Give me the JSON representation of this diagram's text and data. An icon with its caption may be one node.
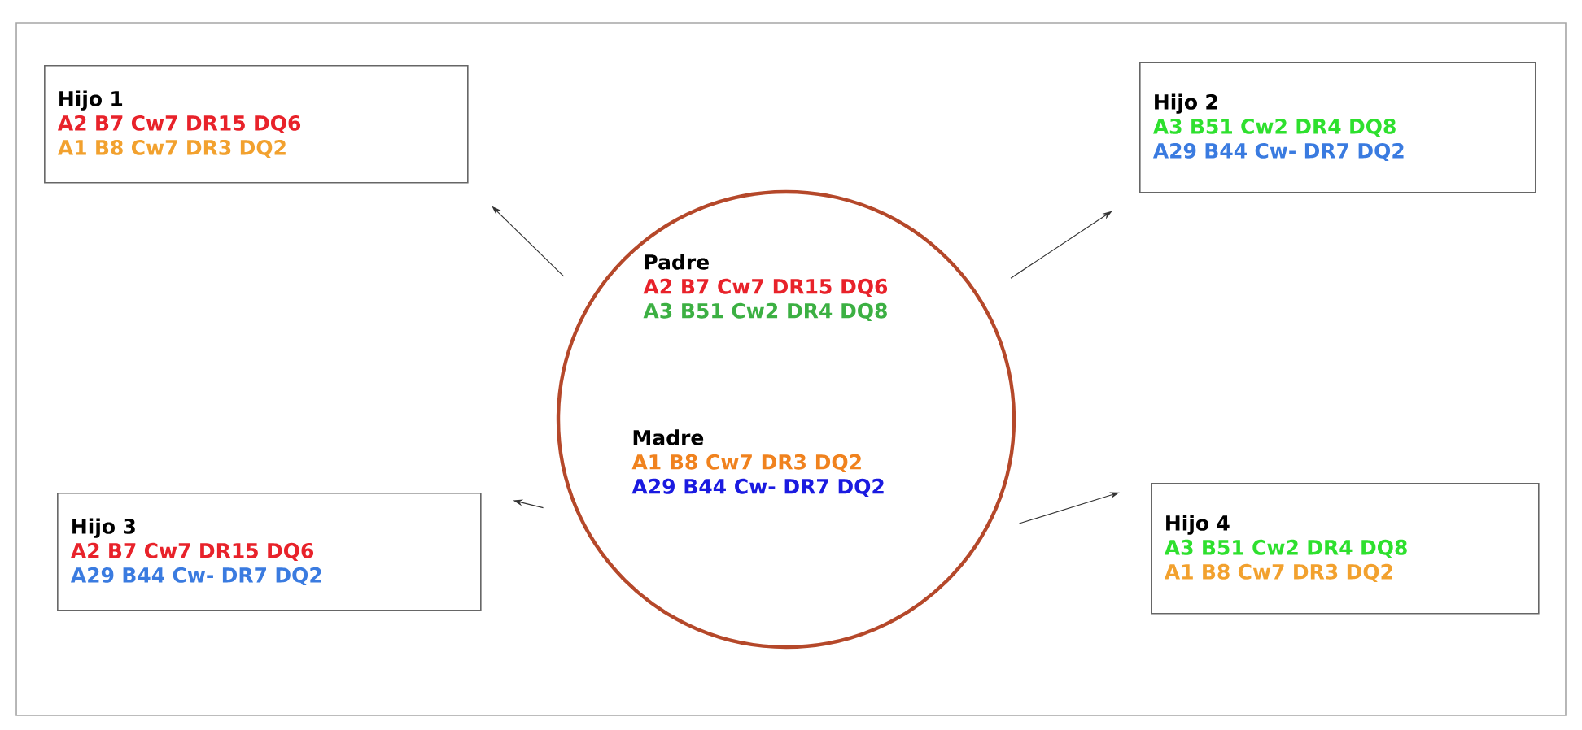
{
  "diagram": {
    "nodes": [
      {
        "text": [],
        "shape": "circle"
      },
      {
        "text": [
          "Padre",
          "A2 B7 Cw7 DR15 DQ6",
          "A3 B51 Cw2 DR4 DQ8"
        ],
        "in": 0
      },
      {
        "text": [
          "Madre",
          "A1 B8 Cw7 DR3 DQ2",
          "A29 B44 Cw- DR7 DQ2"
        ],
        "in": 0
      },
      {
        "text": [
          "Hijo 1",
          "A2 B7 Cw7 DR15 DQ6",
          "A1 B8 Cw7 DR3 DQ2"
        ]
      },
      {
        "text": [
          "Hijo 2",
          "A3 B51 Cw2 DR4 DQ8",
          "A29 B44 Cw- DR7 DQ2"
        ]
      },
      {
        "text": [
          "Hijo 3",
          "A2 B7 Cw7 DR15 DQ6",
          "A29 B44 Cw- DR7 DQ2"
        ]
      },
      {
        "text": [
          "Hijo 4",
          "A3 B51 Cw2 DR4 DQ8",
          "A1 B8 Cw7 DR3 DQ2"
        ]
      }
    ],
    "edges": [
      {
        "from": 0,
        "to": 3,
        "arrow": "to"
      },
      {
        "from": 0,
        "to": 4,
        "arrow": "to"
      },
      {
        "from": 0,
        "to": 5,
        "arrow": "to"
      },
      {
        "from": 0,
        "to": 6,
        "arrow": "to"
      }
    ]
  }
}
